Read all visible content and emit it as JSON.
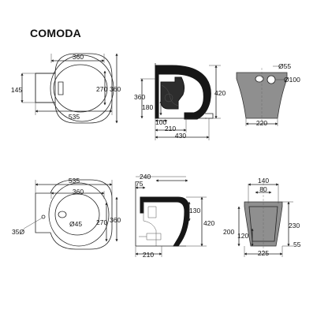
{
  "title": "COMODA",
  "views": {
    "wc_top": {
      "width": "535",
      "inner_width": "360",
      "depth": "360",
      "inner_depth": "270",
      "left_height": "145"
    },
    "wc_side": {
      "height": "420",
      "rear_height": "360",
      "depth": "430",
      "offset_210": "210",
      "offset_100": "100",
      "offset_180": "180"
    },
    "wc_rear": {
      "hole_55": "Ø55",
      "hole_100": "Ø100",
      "base": "220"
    },
    "bidet_top": {
      "width": "535",
      "inner_width": "360",
      "depth": "360",
      "inner_depth": "270",
      "drain": "Ø45",
      "tap": "35Ø"
    },
    "bidet_side": {
      "top_240": "240",
      "top_75": "75",
      "height": "420",
      "mid_130": "130",
      "base_210": "210"
    },
    "bidet_rear": {
      "top_140": "140",
      "top_80": "80",
      "left_200": "200",
      "left_120": "120",
      "right_230": "230",
      "bottom_225": "225",
      "bottom_55": "55"
    }
  }
}
